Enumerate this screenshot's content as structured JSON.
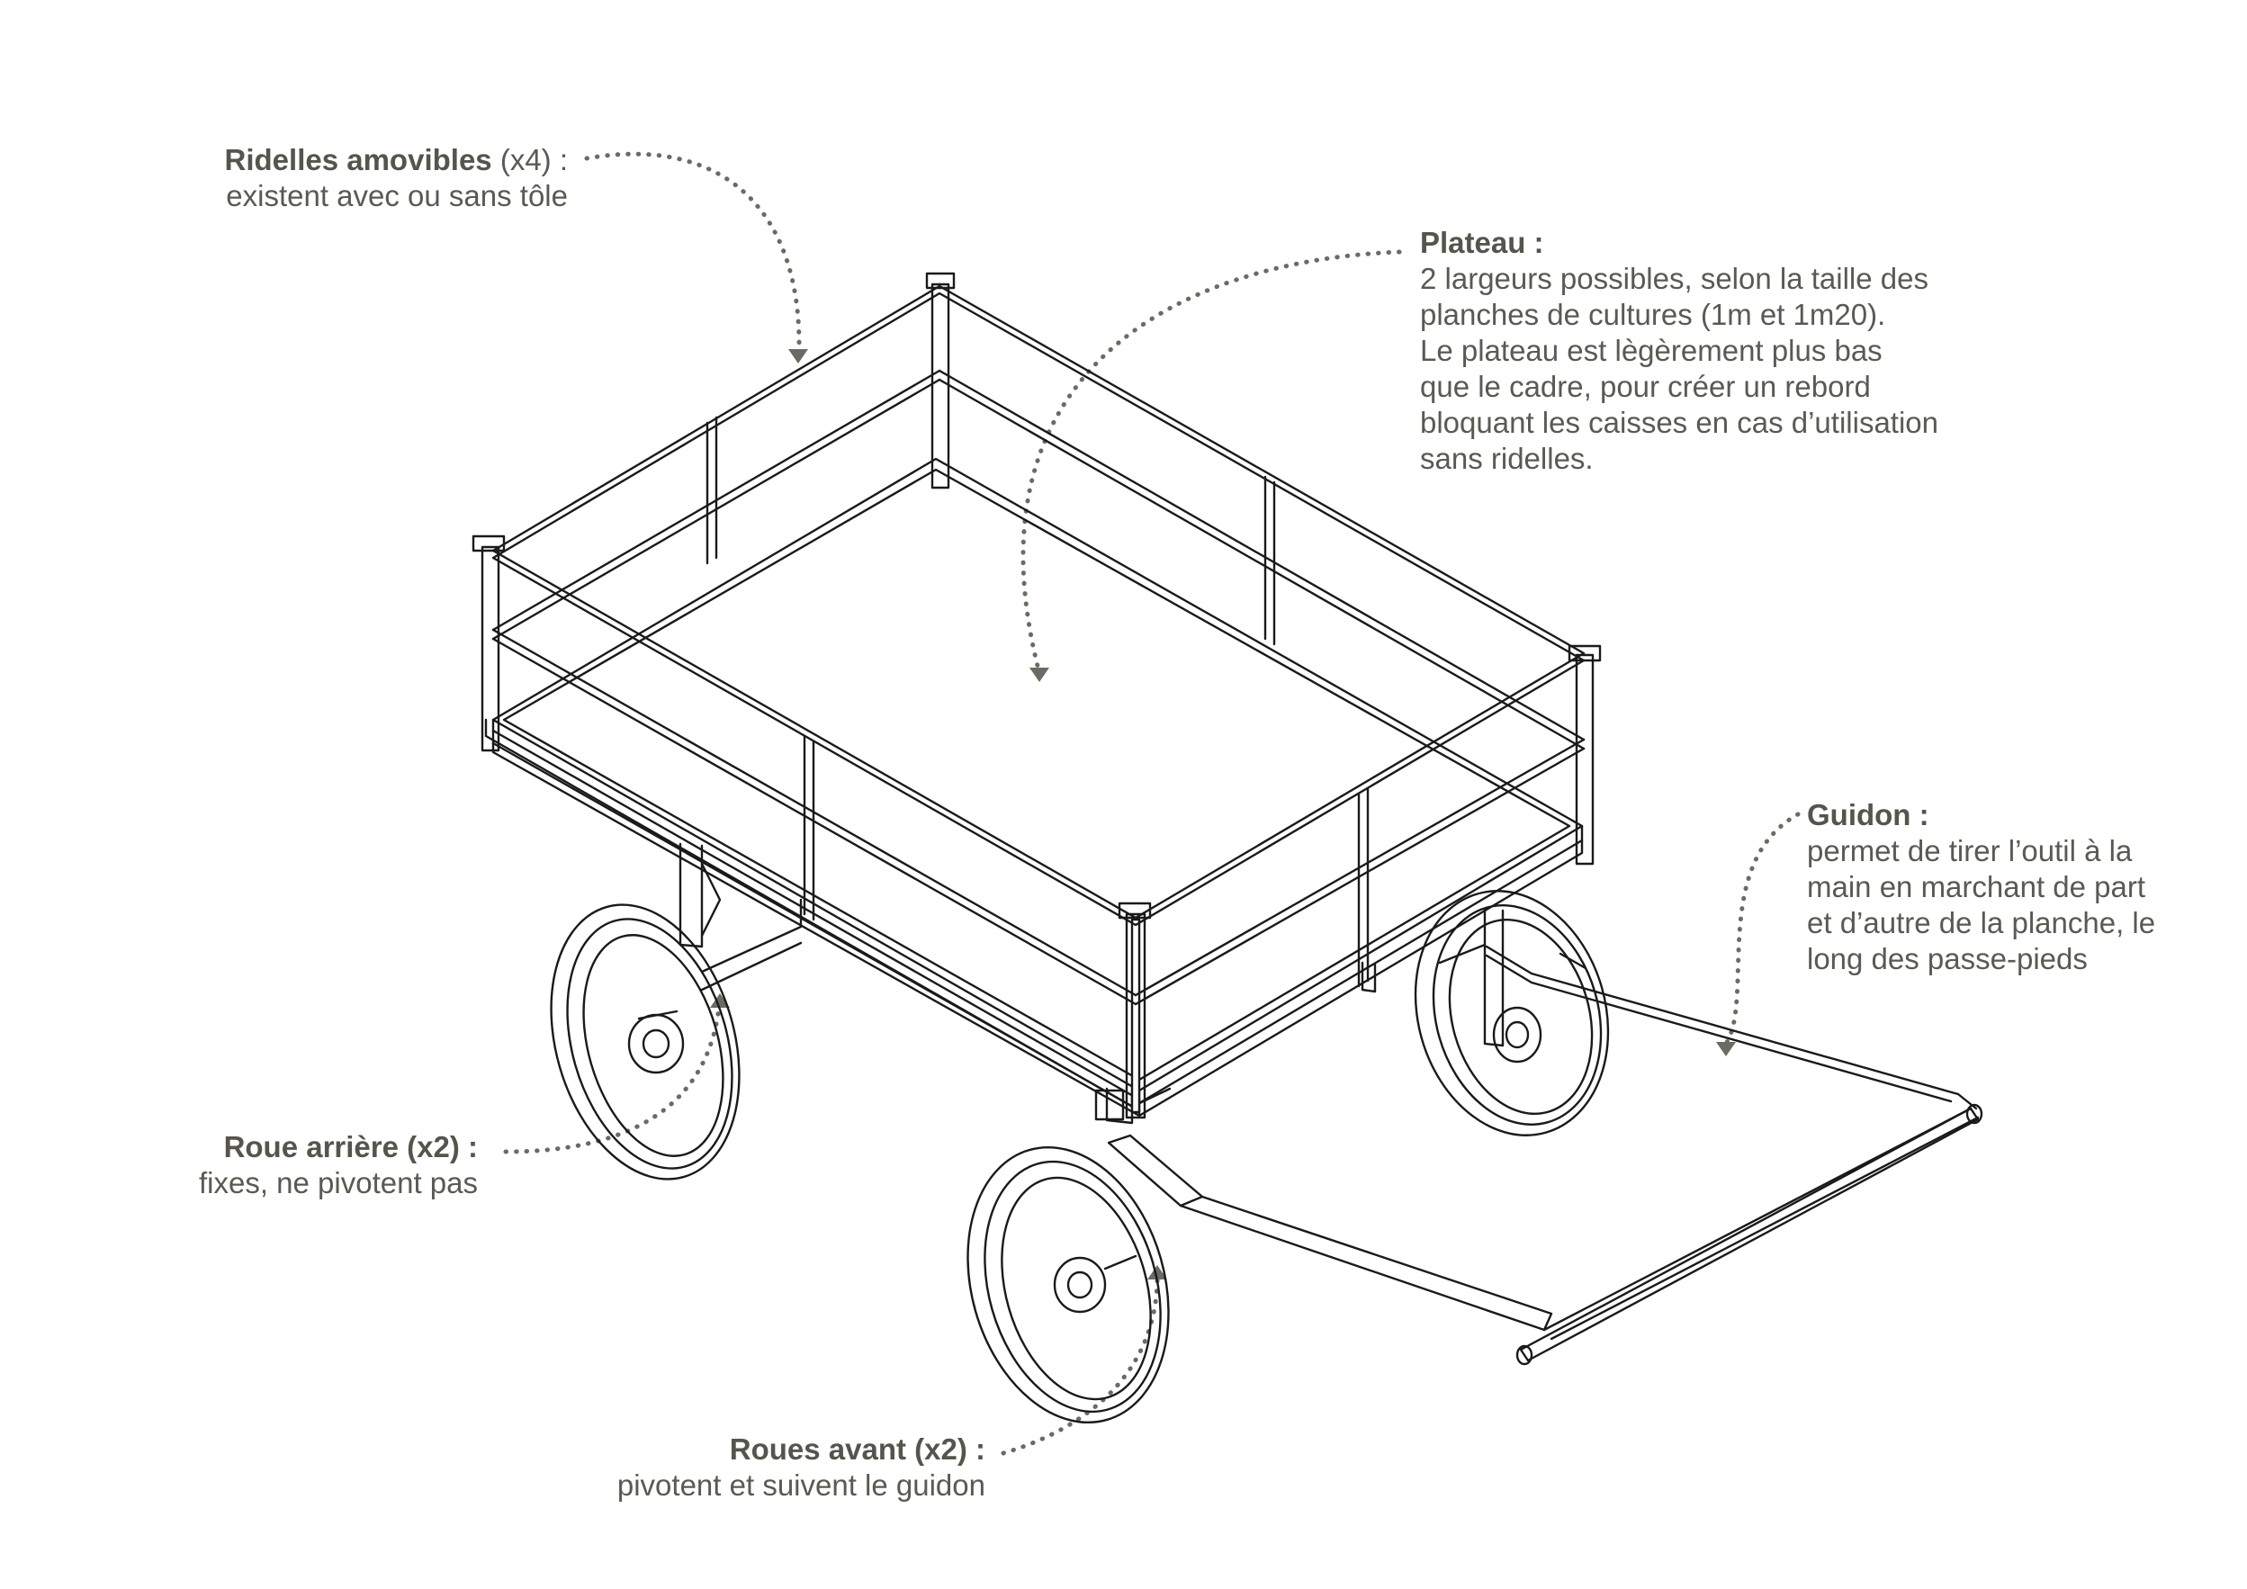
{
  "annotations": {
    "ridelles": {
      "title": "Ridelles amovibles",
      "qualifier": " (x4) :",
      "lines": [
        "existent avec ou sans tôle"
      ]
    },
    "plateau": {
      "title": "Plateau :",
      "lines": [
        "2 largeurs possibles, selon la taille des",
        "planches de cultures (1m et 1m20).",
        "Le plateau est lègèrement plus bas",
        "que le cadre, pour créer un rebord",
        "bloquant les caisses en cas d’utilisation",
        "sans ridelles."
      ]
    },
    "guidon": {
      "title": "Guidon :",
      "lines": [
        "permet de tirer l’outil à la",
        "main en marchant de part",
        "et d’autre de la planche, le",
        "long des passe-pieds"
      ]
    },
    "roue_arriere": {
      "title": "Roue arrière (x2) :",
      "lines": [
        "fixes, ne pivotent pas"
      ]
    },
    "roues_avant": {
      "title": "Roues avant (x2) :",
      "lines": [
        "pivotent et suivent le guidon"
      ]
    }
  },
  "colors": {
    "line": "#1a1a1a",
    "callout": "#6b6b63",
    "text": "#5a5a52"
  }
}
